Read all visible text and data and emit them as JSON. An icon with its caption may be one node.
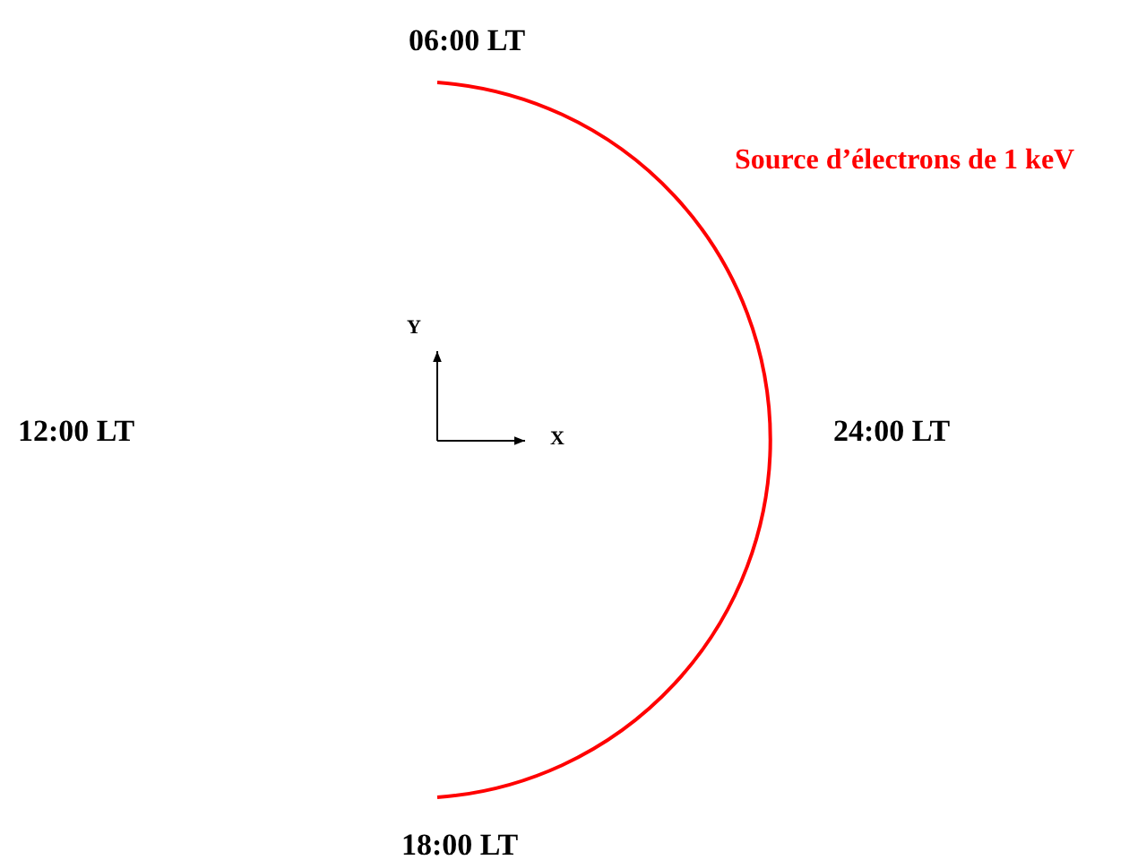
{
  "diagram": {
    "labels": [
      "06:00 LT",
      "Source d’électrons de 1 keV",
      "Y",
      "12:00 LT",
      "X",
      "24:00 LT",
      "18:00 LT"
    ]
  }
}
